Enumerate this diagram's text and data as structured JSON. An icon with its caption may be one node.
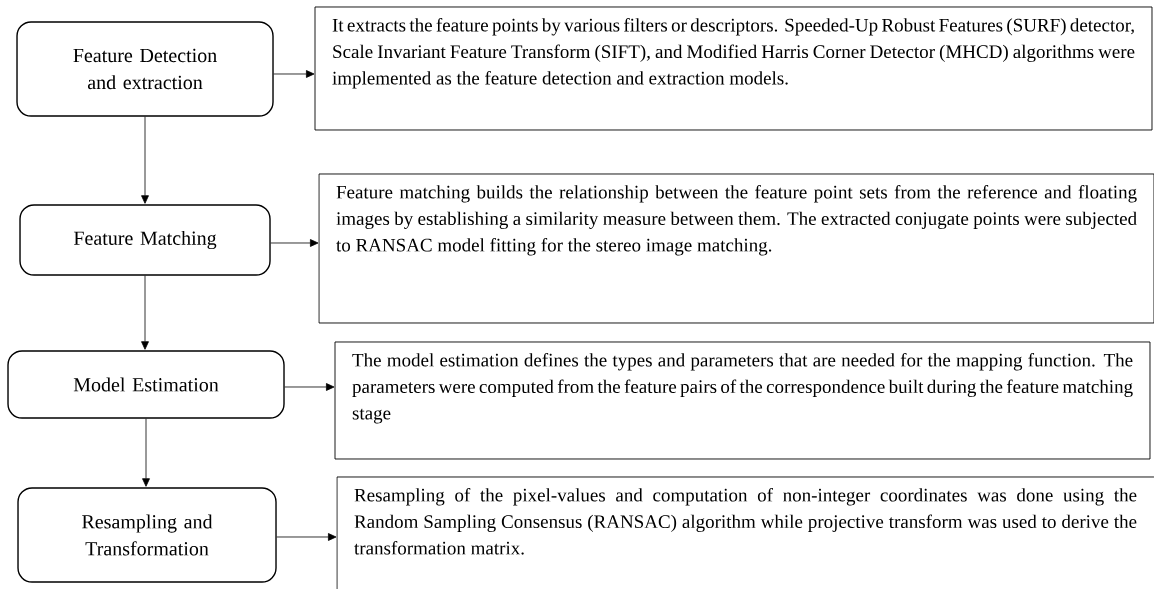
{
  "diagram": {
    "nodes": [
      {
        "text": [
          "Feature Detection and extraction"
        ]
      },
      {
        "text": [
          "It extracts the feature points by various filters or descriptors. Speeded-Up Robust Features (SURF) detector, Scale Invariant Feature Transform (SIFT), and Modified Harris Corner Detector (MHCD) algorithms were implemented as the feature detection and extraction models."
        ]
      },
      {
        "text": [
          "Feature Matching"
        ]
      },
      {
        "text": [
          "Feature matching builds the relationship between the feature point sets from the reference and floating images by establishing a similarity measure between them. The extracted conjugate points were subjected to RANSAC model fitting for the stereo image matching."
        ]
      },
      {
        "text": [
          "Model Estimation"
        ]
      },
      {
        "text": [
          "The model estimation defines the types and parameters that are needed for the mapping function. The parameters were computed from the feature pairs of the correspondence built during the feature matching stage"
        ]
      },
      {
        "text": [
          "Resampling and Transformation"
        ]
      },
      {
        "text": [
          "Resampling of the pixel-values and computation of non-integer coordinates was done using the Random Sampling Consensus (RANSAC) algorithm while projective transform was used to derive the transformation matrix."
        ]
      }
    ],
    "edges": [
      {
        "from": 0,
        "to": 1,
        "arrow": "to"
      },
      {
        "from": 0,
        "to": 2,
        "arrow": "to"
      },
      {
        "from": 2,
        "to": 3,
        "arrow": "to"
      },
      {
        "from": 2,
        "to": 4,
        "arrow": "to"
      },
      {
        "from": 4,
        "to": 5,
        "arrow": "to"
      },
      {
        "from": 4,
        "to": 6,
        "arrow": "to"
      },
      {
        "from": 6,
        "to": 7,
        "arrow": "to"
      }
    ]
  }
}
